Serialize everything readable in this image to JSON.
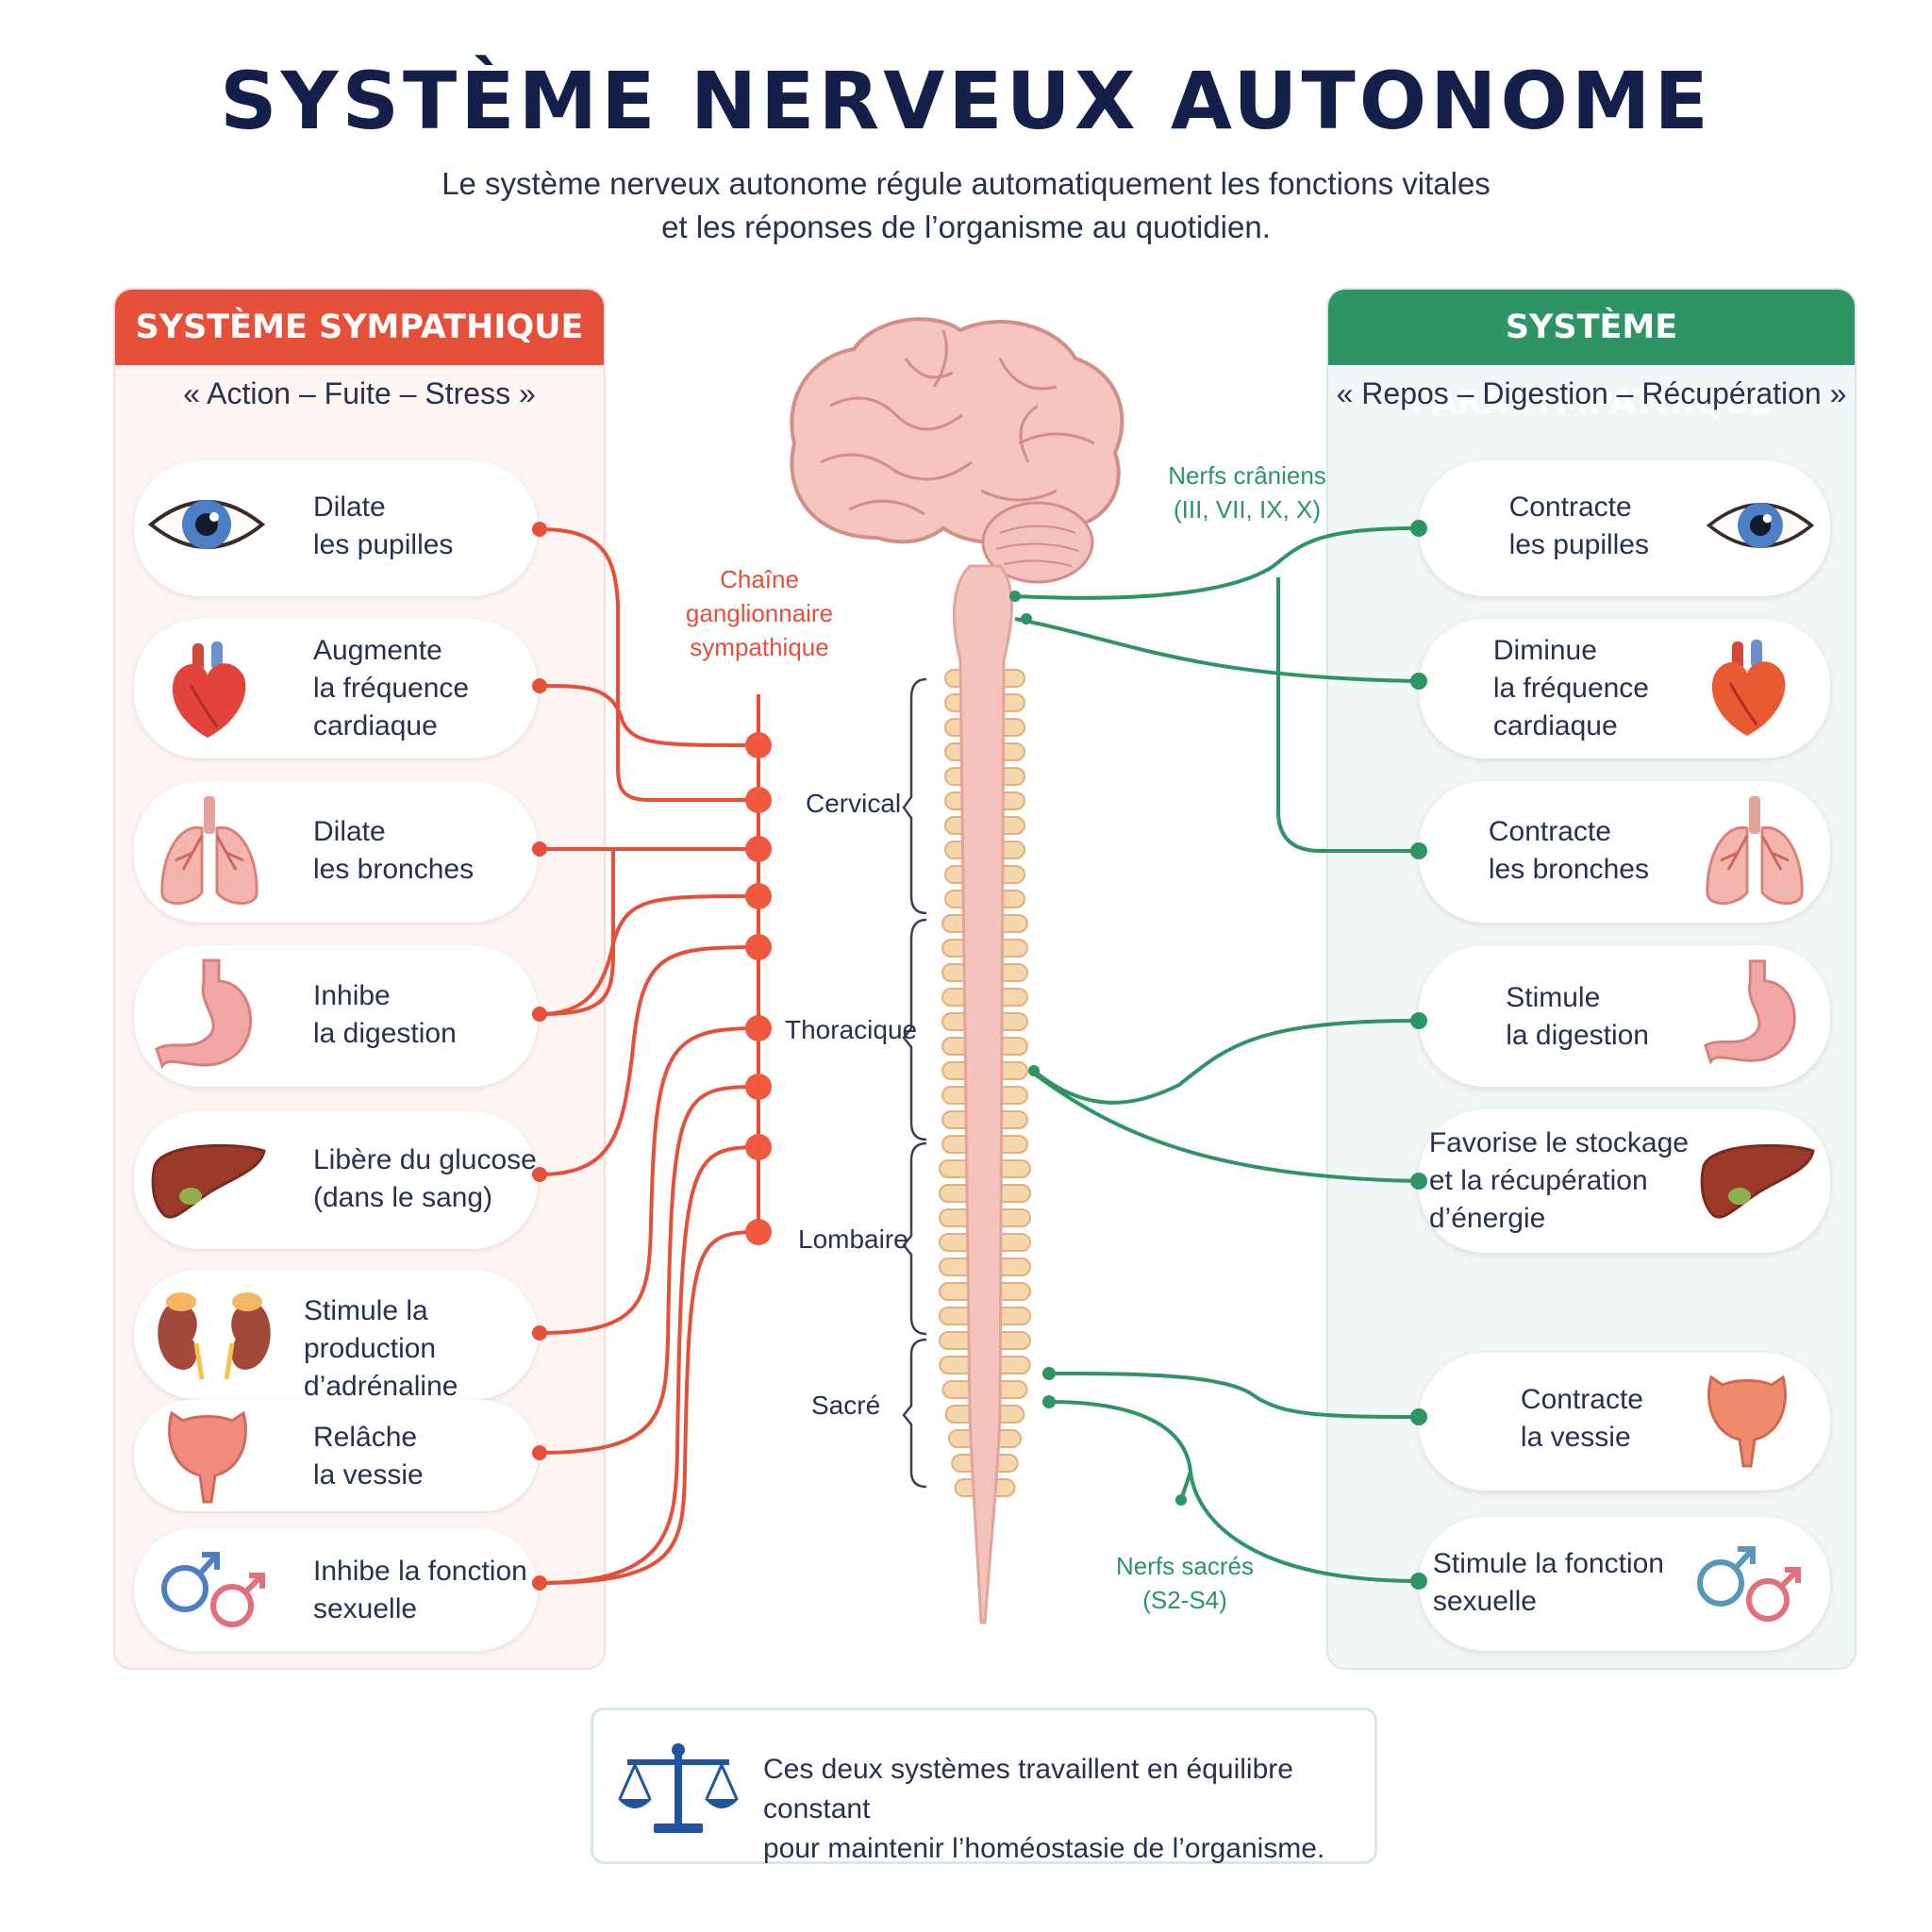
{
  "header": {
    "title": "SYSTÈME NERVEUX AUTONOME",
    "subtitle": "Le système nerveux autonome régule automatiquement les fonctions vitales\net les réponses de l’organisme au quotidien."
  },
  "sympathetic": {
    "title": "SYSTÈME SYMPATHIQUE",
    "motto": "« Action – Fuite – Stress »",
    "color": "#e5503a",
    "items": [
      {
        "text": "Dilate\nles pupilles",
        "icon": "eye-icon"
      },
      {
        "text": "Augmente\nla fréquence\ncardiaque",
        "icon": "heart-icon"
      },
      {
        "text": "Dilate\nles bronches",
        "icon": "lungs-icon"
      },
      {
        "text": "Inhibe\nla digestion",
        "icon": "stomach-icon"
      },
      {
        "text": "Libère du glucose\n(dans le sang)",
        "icon": "liver-icon"
      },
      {
        "text": "Stimule la production\nd’adrénaline",
        "icon": "kidneys-icon"
      },
      {
        "text": "Relâche\nla vessie",
        "icon": "bladder-icon"
      },
      {
        "text": "Inhibe la fonction\nsexuelle",
        "icon": "gender-symbols-icon"
      }
    ]
  },
  "parasympathetic": {
    "title": "SYSTÈME PARASYMPATHIQUE",
    "motto": "« Repos – Digestion – Récupération »",
    "color": "#2e9464",
    "items": [
      {
        "text": "Contracte\nles pupilles",
        "icon": "eye-icon"
      },
      {
        "text": "Diminue\nla fréquence\ncardiaque",
        "icon": "heart-icon"
      },
      {
        "text": "Contracte\nles bronches",
        "icon": "lungs-icon"
      },
      {
        "text": "Stimule\nla digestion",
        "icon": "stomach-icon"
      },
      {
        "text": "Favorise le stockage\net la récupération\nd’énergie",
        "icon": "liver-icon"
      },
      {
        "text": "Contracte\nla vessie",
        "icon": "bladder-icon"
      },
      {
        "text": "Stimule la fonction\nsexuelle",
        "icon": "gender-symbols-icon"
      }
    ]
  },
  "center": {
    "chain_label": "Chaîne\nganglionnaire\nsympathique",
    "cranial_label": "Nerfs crâniens\n(III, VII, IX, X)",
    "sacral_label": "Nerfs sacrés\n(S2-S4)",
    "regions": [
      "Cervical",
      "Thoracique",
      "Lombaire",
      "Sacré"
    ]
  },
  "footer": {
    "text": "Ces deux systèmes travaillent en équilibre constant\npour maintenir l’homéostasie de l’organisme.",
    "icon": "balance-scale-icon"
  }
}
